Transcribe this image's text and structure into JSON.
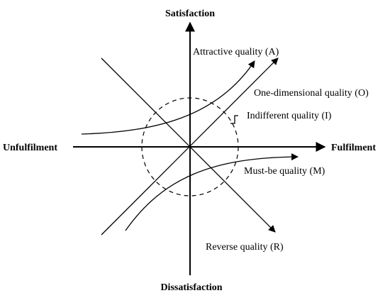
{
  "axes": {
    "top": "Satisfaction",
    "bottom": "Dissatisfaction",
    "left": "Unfulfilment",
    "right": "Fulfilment"
  },
  "curves": {
    "attractive": "Attractive quality (A)",
    "one_dimensional": "One-dimensional quality (O)",
    "indifferent": "Indifferent quality (I)",
    "must_be": "Must-be quality (M)",
    "reverse": "Reverse quality (R)"
  }
}
